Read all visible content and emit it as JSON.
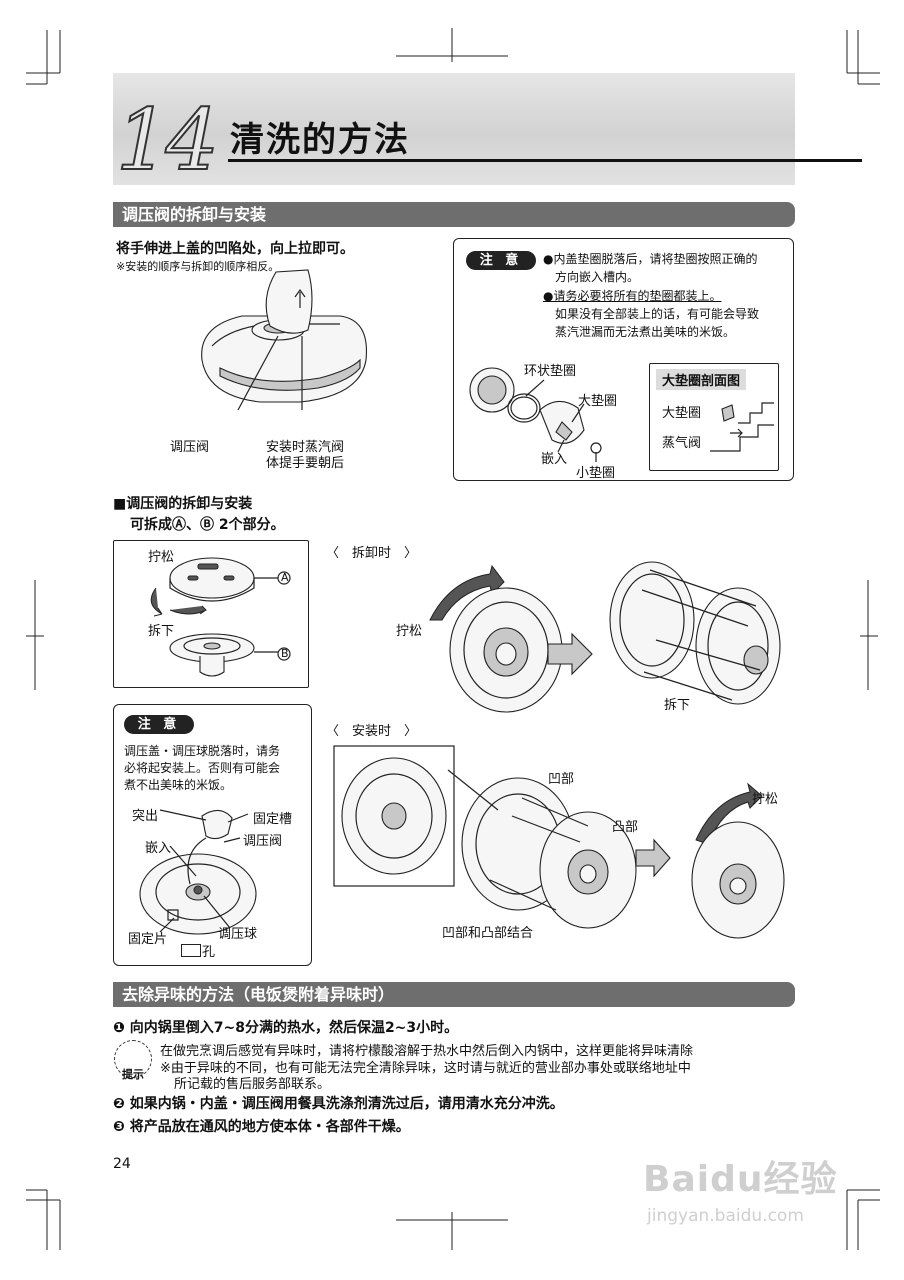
{
  "chapter": {
    "number": "14",
    "title": "清洗的方法"
  },
  "section1": {
    "bar_label": "调压阀的拆卸与安装",
    "instruction": "将手伸进上盖的凹陷处，向上拉即可。",
    "note": "※安装的顺序与拆卸的顺序相反。",
    "label_valve": "调压阀",
    "label_handle": "安装时蒸汽阀",
    "label_handle2": "体提手要朝后",
    "caution": {
      "badge": "注 意",
      "bullet1_line1": "●内盖垫圈脱落后，请将垫圈按照正确的",
      "bullet1_line2": "方向嵌入槽内。",
      "bullet2_line1": "●请务必要将所有的垫圈都装上。",
      "bullet2_line2": "如果没有全部装上的话，有可能会导致",
      "bullet2_line3": "蒸汽泄漏而无法煮出美味的米饭。",
      "label_ring": "环状垫圈",
      "label_large": "大垫圈",
      "label_insert": "嵌入",
      "label_small": "小垫圈",
      "cross_title": "大垫圈剖面图",
      "cross_large": "大垫圈",
      "cross_valve": "蒸气阀"
    }
  },
  "subsection": {
    "heading": "■调压阀的拆卸与安装",
    "subheading": "可拆成Ⓐ、Ⓑ 2个部分。",
    "label_loosen": "拧松",
    "label_remove": "拆下",
    "label_a": "A",
    "label_b": "B",
    "disassembly_caption": "〈　拆卸时　〉",
    "dis_loosen": "拧松",
    "dis_remove": "拆下",
    "caution2": {
      "badge": "注 意",
      "line1": "调压盖・调压球脱落时，请务",
      "line2": "必将起安装上。否则有可能会",
      "line3": "煮不出美味的米饭。",
      "label_protrude": "突出",
      "label_slot": "固定槽",
      "label_insert": "嵌入",
      "label_valve": "调压阀",
      "label_plate": "固定片",
      "label_ball": "调压球",
      "label_hole": "孔"
    },
    "install_caption": "〈　安装时　〉",
    "ins_concave": "凹部",
    "ins_convex": "凸部",
    "ins_combine": "凹部和凸部结合",
    "ins_tighten": "拧松"
  },
  "section2": {
    "bar_label": "去除异味的方法（电饭煲附着异味时）",
    "step1": "❶ 向内锅里倒入7~8分满的热水，然后保温2~3小时。",
    "hint_badge": "提示",
    "hint_line1": "在做完烹调后感觉有异味时，请将柠檬酸溶解于热水中然后倒入内锅中，这样更能将异味清除",
    "hint_line2": "※由于异味的不同，也有可能无法完全清除异味，这时请与就近的营业部办事处或联络地址中",
    "hint_line3": "所记载的售后服务部联系。",
    "step2": "❷ 如果内锅・内盖・调压阀用餐具洗涤剂清洗过后，请用清水充分冲洗。",
    "step3": "❸ 将产品放在通风的地方使本体・各部件干燥。"
  },
  "page_number": "24",
  "watermark": {
    "brand": "Baidu经验",
    "url": "jingyan.baidu.com"
  }
}
